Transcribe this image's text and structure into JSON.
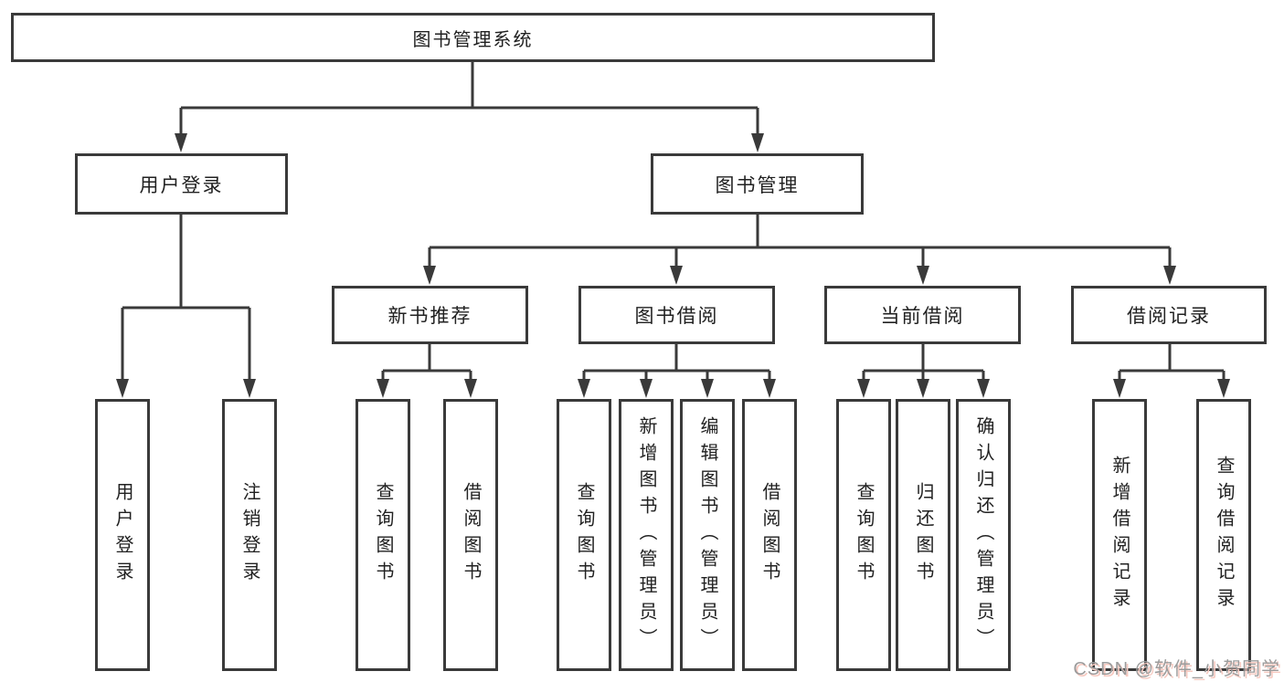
{
  "tree": {
    "root": "图书管理系统",
    "branches": [
      {
        "label": "用户登录",
        "children": [
          "用户登录",
          "注销登录"
        ]
      },
      {
        "label": "图书管理",
        "children": [
          {
            "label": "新书推荐",
            "children": [
              "查询图书",
              "借阅图书"
            ]
          },
          {
            "label": "图书借阅",
            "children": [
              "查询图书",
              "新增图书（管理员）",
              "编辑图书（管理员）",
              "借阅图书"
            ]
          },
          {
            "label": "当前借阅",
            "children": [
              "查询图书",
              "归还图书",
              "确认归还（管理员）"
            ]
          },
          {
            "label": "借阅记录",
            "children": [
              "新增借阅记录",
              "查询借阅记录"
            ]
          }
        ]
      }
    ]
  },
  "watermark": "CSDN @软件_小贺同学",
  "colors": {
    "line": "#3a3a3a",
    "text": "#212121",
    "background": "#ffffff",
    "watermark": "#9c9c9c",
    "watermark_shadow": "#f6c9c0"
  }
}
